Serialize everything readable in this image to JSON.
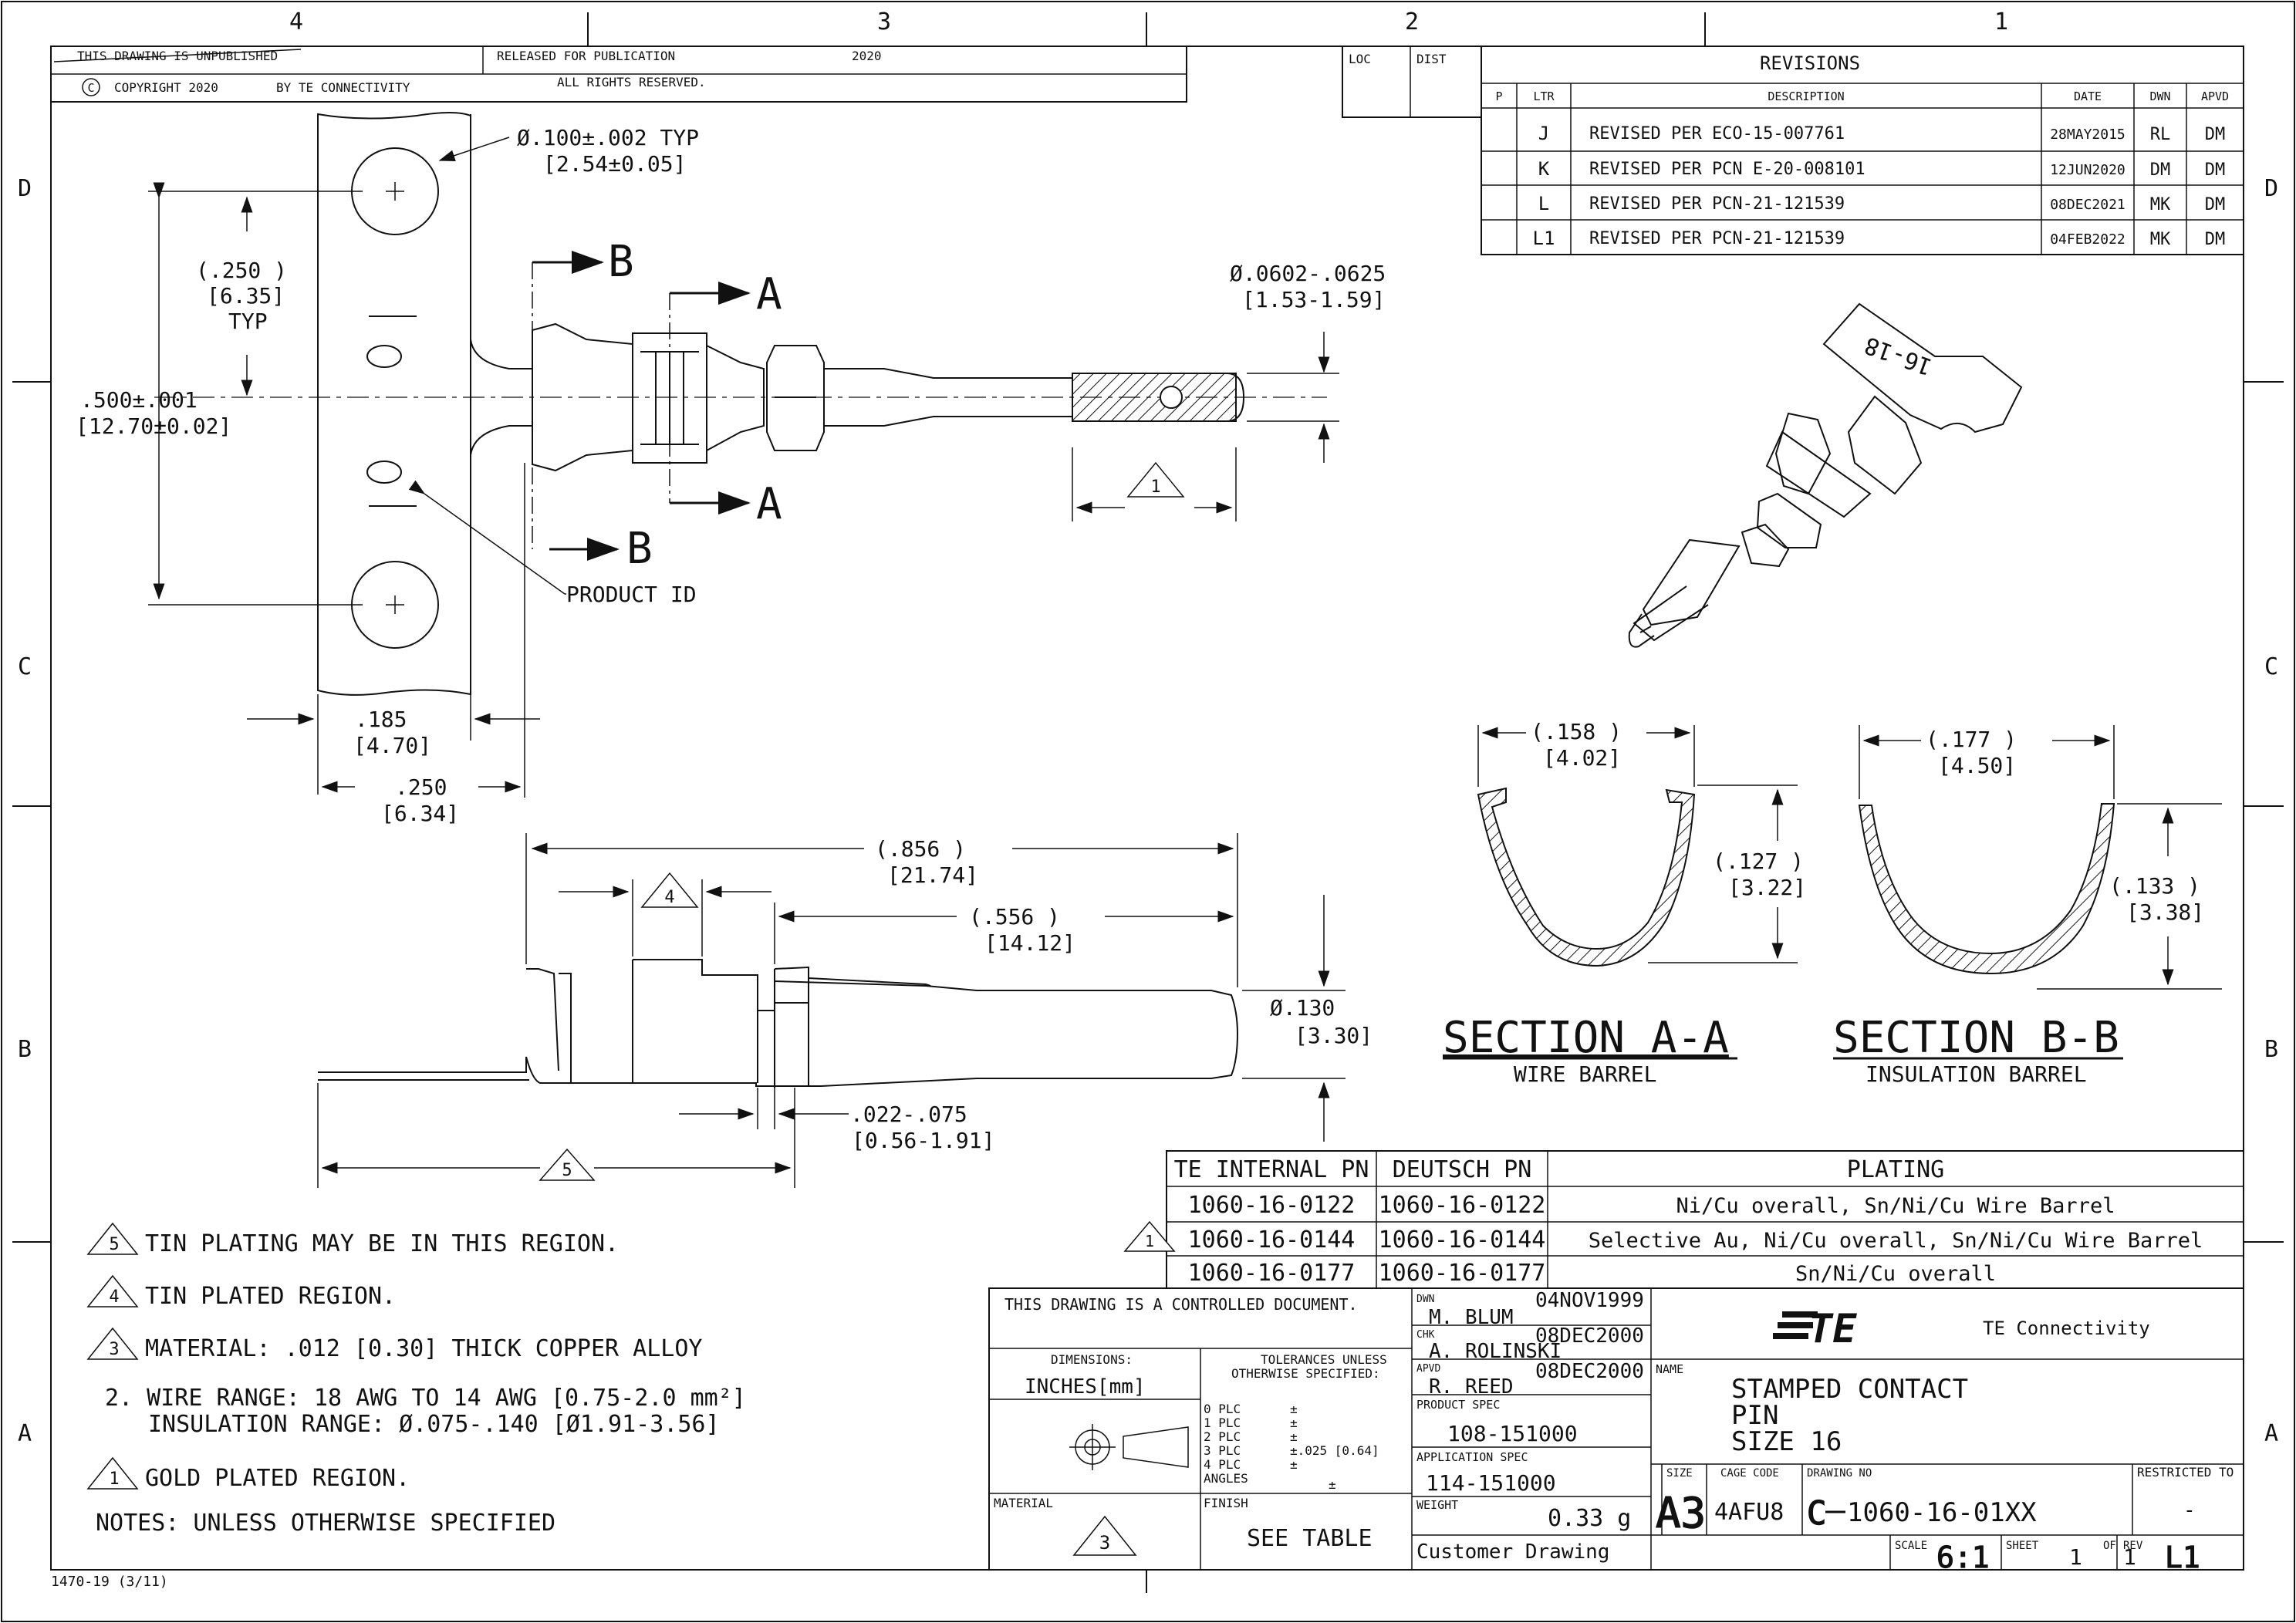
{
  "zone_cols": [
    "4",
    "3",
    "2",
    "1"
  ],
  "zone_rows": [
    "D",
    "C",
    "B",
    "A"
  ],
  "header": {
    "unpublished": "THIS DRAWING IS UNPUBLISHED",
    "released": "RELEASED FOR PUBLICATION",
    "year": "2020",
    "copyright": "COPYRIGHT 2020",
    "copyright_symbol": "C",
    "by": "BY TE CONNECTIVITY",
    "rights": "ALL RIGHTS RESERVED."
  },
  "loc_label": "LOC",
  "dist_label": "DIST",
  "revisions": {
    "title": "REVISIONS",
    "headers": {
      "p": "P",
      "ltr": "LTR",
      "desc": "DESCRIPTION",
      "date": "DATE",
      "dwn": "DWN",
      "apvd": "APVD"
    },
    "rows": [
      {
        "ltr": "J",
        "desc": "REVISED PER ECO-15-007761",
        "date": "28MAY2015",
        "dwn": "RL",
        "apvd": "DM"
      },
      {
        "ltr": "K",
        "desc": "REVISED PER PCN E-20-008101",
        "date": "12JUN2020",
        "dwn": "DM",
        "apvd": "DM"
      },
      {
        "ltr": "L",
        "desc": "REVISED PER PCN-21-121539",
        "date": "08DEC2021",
        "dwn": "MK",
        "apvd": "DM"
      },
      {
        "ltr": "L1",
        "desc": "REVISED PER PCN-21-121539",
        "date": "04FEB2022",
        "dwn": "MK",
        "apvd": "DM"
      }
    ]
  },
  "dims": {
    "hole_dia_in": "Ø.100±.002  TYP",
    "hole_dia_mm": "[2.54±0.05]",
    "pitch_in": "(.250  )",
    "pitch_mm": "[6.35]",
    "pitch_typ": "TYP",
    "strip_in": ".500±.001",
    "strip_mm": "[12.70±0.02]",
    "pin_dia_in": "Ø.0602-.0625",
    "pin_dia_mm": "[1.53-1.59]",
    "carrier_in": ".185",
    "carrier_mm": "[4.70]",
    "carrier2_in": ".250",
    "carrier2_mm": "[6.34]",
    "overall_in": "(.856    )",
    "overall_mm": "[21.74]",
    "pin_len_in": "(.556    )",
    "pin_len_mm": "[14.12]",
    "shoulder_in": "Ø.130",
    "shoulder_mm": "[3.30]",
    "cut_in": ".022-.075",
    "cut_mm": "[0.56-1.91]",
    "wire_w_in": "(.158   )",
    "wire_w_mm": "[4.02]",
    "wire_h_in": "(.127   )",
    "wire_h_mm": "[3.22]",
    "ins_w_in": "(.177   )",
    "ins_w_mm": "[4.50]",
    "ins_h_in": "(.133   )",
    "ins_h_mm": "[3.38]"
  },
  "labels": {
    "section_a": "A",
    "section_b": "B",
    "product_id": "PRODUCT ID",
    "part_mark": "16-18",
    "section_aa": "SECTION   A-A",
    "wire_barrel": "WIRE BARREL",
    "section_bb": "SECTION   B-B",
    "insulation_barrel": "INSULATION BARREL"
  },
  "flags": {
    "one": "1",
    "three": "3",
    "four": "4",
    "five": "5"
  },
  "plating": {
    "headers": [
      "TE INTERNAL PN",
      "DEUTSCH PN",
      "PLATING"
    ],
    "rows": [
      {
        "te": "1060-16-0122",
        "deutsch": "1060-16-0122",
        "plating": "Ni/Cu overall, Sn/Ni/Cu Wire Barrel"
      },
      {
        "te": "1060-16-0144",
        "deutsch": "1060-16-0144",
        "plating": "Selective Au, Ni/Cu overall, Sn/Ni/Cu Wire Barrel"
      },
      {
        "te": "1060-16-0177",
        "deutsch": "1060-16-0177",
        "plating": "Sn/Ni/Cu overall"
      }
    ]
  },
  "notes": {
    "n5": "TIN PLATING MAY BE IN THIS REGION.",
    "n4": "TIN PLATED REGION.",
    "n3": "MATERIAL: .012 [0.30] THICK COPPER ALLOY",
    "n2a": "2. WIRE RANGE: 18 AWG TO 14 AWG [0.75-2.0 mm²]",
    "n2b": "INSULATION RANGE: Ø.075-.140 [Ø1.91-3.56]",
    "n1": "GOLD PLATED REGION.",
    "title": "NOTES: UNLESS OTHERWISE SPECIFIED"
  },
  "form_no": "1470-19 (3/11)",
  "title_block": {
    "controlled": "THIS DRAWING IS A CONTROLLED DOCUMENT.",
    "dimensions_label": "DIMENSIONS:",
    "units": "INCHES[mm]",
    "tol_title_1": "TOLERANCES UNLESS",
    "tol_title_2": "OTHERWISE SPECIFIED:",
    "tol_rows": [
      {
        "label": "0 PLC",
        "value": "±"
      },
      {
        "label": "1 PLC",
        "value": "±"
      },
      {
        "label": "2 PLC",
        "value": "±"
      },
      {
        "label": "3 PLC",
        "value": "±.025 [0.64]"
      },
      {
        "label": "4 PLC",
        "value": "±"
      },
      {
        "label": "ANGLES",
        "value": "±"
      }
    ],
    "material_label": "MATERIAL",
    "finish_label": "FINISH",
    "finish_value": "SEE TABLE",
    "dwn_label": "DWN",
    "dwn_name": "M. BLUM",
    "dwn_date": "04NOV1999",
    "chk_label": "CHK",
    "chk_name": "A. ROLINSKI",
    "chk_date": "08DEC2000",
    "apvd_label": "APVD",
    "apvd_name": "R. REED",
    "apvd_date": "08DEC2000",
    "product_spec_label": "PRODUCT SPEC",
    "product_spec": "108-151000",
    "app_spec_label": "APPLICATION SPEC",
    "app_spec": "114-151000",
    "weight_label": "WEIGHT",
    "weight": "0.33 g",
    "customer_drawing": "Customer Drawing",
    "company": "TE Connectivity",
    "logo": "TE",
    "name_label": "NAME",
    "name_lines": [
      "STAMPED CONTACT",
      "PIN",
      "SIZE 16"
    ],
    "size_label": "SIZE",
    "size": "A3",
    "cage_label": "CAGE CODE",
    "cage": "4AFU8",
    "drawing_no_label": "DRAWING NO",
    "drawing_no_prefix": "C",
    "drawing_no": "1060-16-01XX",
    "restricted_label": "RESTRICTED TO",
    "restricted": "-",
    "scale_label": "SCALE",
    "scale": "6:1",
    "sheet_label": "SHEET",
    "sheet": "1",
    "of_label": "OF",
    "of": "1",
    "rev_label": "REV",
    "rev": "L1"
  }
}
